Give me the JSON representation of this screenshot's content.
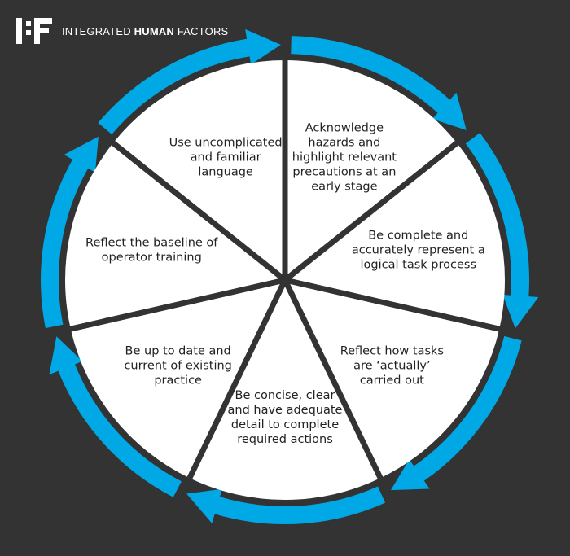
{
  "brand": {
    "mark": "I:F",
    "name_light": "INTEGRATED",
    "name_bold": "HUMAN",
    "name_tail": "FACTORS"
  },
  "colors": {
    "background": "#333333",
    "arrow": "#00a9e6",
    "segment": "#ffffff",
    "divider": "#333333",
    "text": "#222222"
  },
  "segments": [
    {
      "lines": [
        "Acknowledge",
        "hazards and",
        "highlight relevant",
        "precautions at an",
        "early stage"
      ]
    },
    {
      "lines": [
        "Be complete and",
        "accurately represent a",
        "logical task process"
      ]
    },
    {
      "lines": [
        "Reflect how tasks",
        "are ‘actually’",
        "carried out"
      ]
    },
    {
      "lines": [
        "Be concise, clear",
        "and have adequate",
        "detail to complete",
        "required actions"
      ]
    },
    {
      "lines": [
        "Be up to date and",
        "current of existing",
        "practice"
      ]
    },
    {
      "lines": [
        "Reflect the baseline of",
        "operator training"
      ]
    },
    {
      "lines": [
        "Use uncomplicated",
        "and familiar",
        "language"
      ]
    }
  ]
}
